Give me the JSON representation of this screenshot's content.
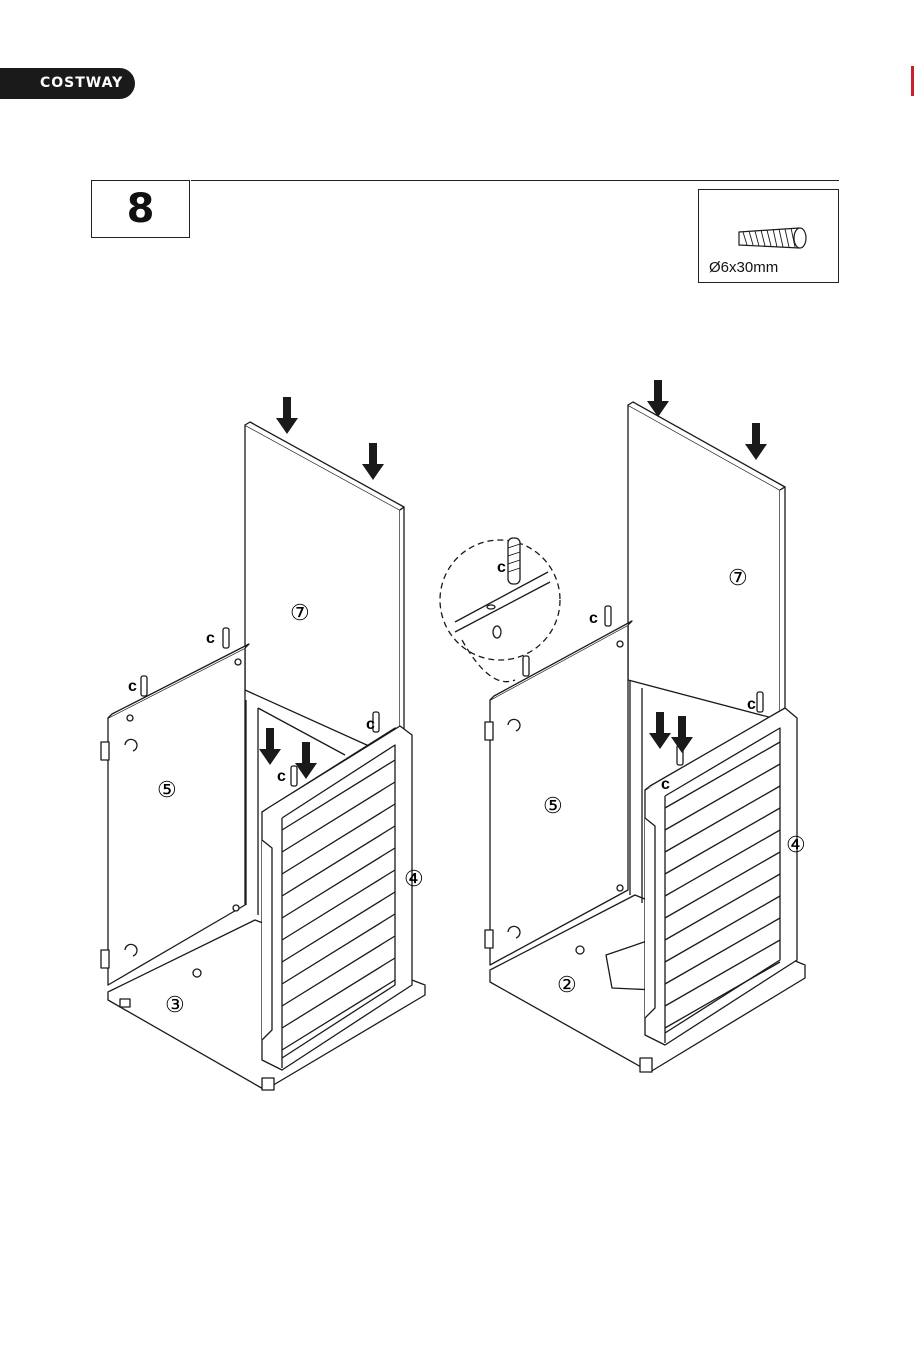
{
  "header": {
    "brand": "COSTWAY"
  },
  "step": {
    "number": "8"
  },
  "hardware": {
    "label": "Ø6x30mm",
    "icon": "dowel-pin-icon"
  },
  "figure_left": {
    "part_labels": [
      "⑦",
      "⑤",
      "④",
      "③"
    ],
    "dowel_letter": "c"
  },
  "figure_right": {
    "part_labels": [
      "⑦",
      "⑤",
      "④",
      "②"
    ],
    "dowel_letter": "c"
  },
  "colors": {
    "ink": "#1a1a1a",
    "brand_bg": "#1a1a1a",
    "accent": "#c8202a"
  }
}
